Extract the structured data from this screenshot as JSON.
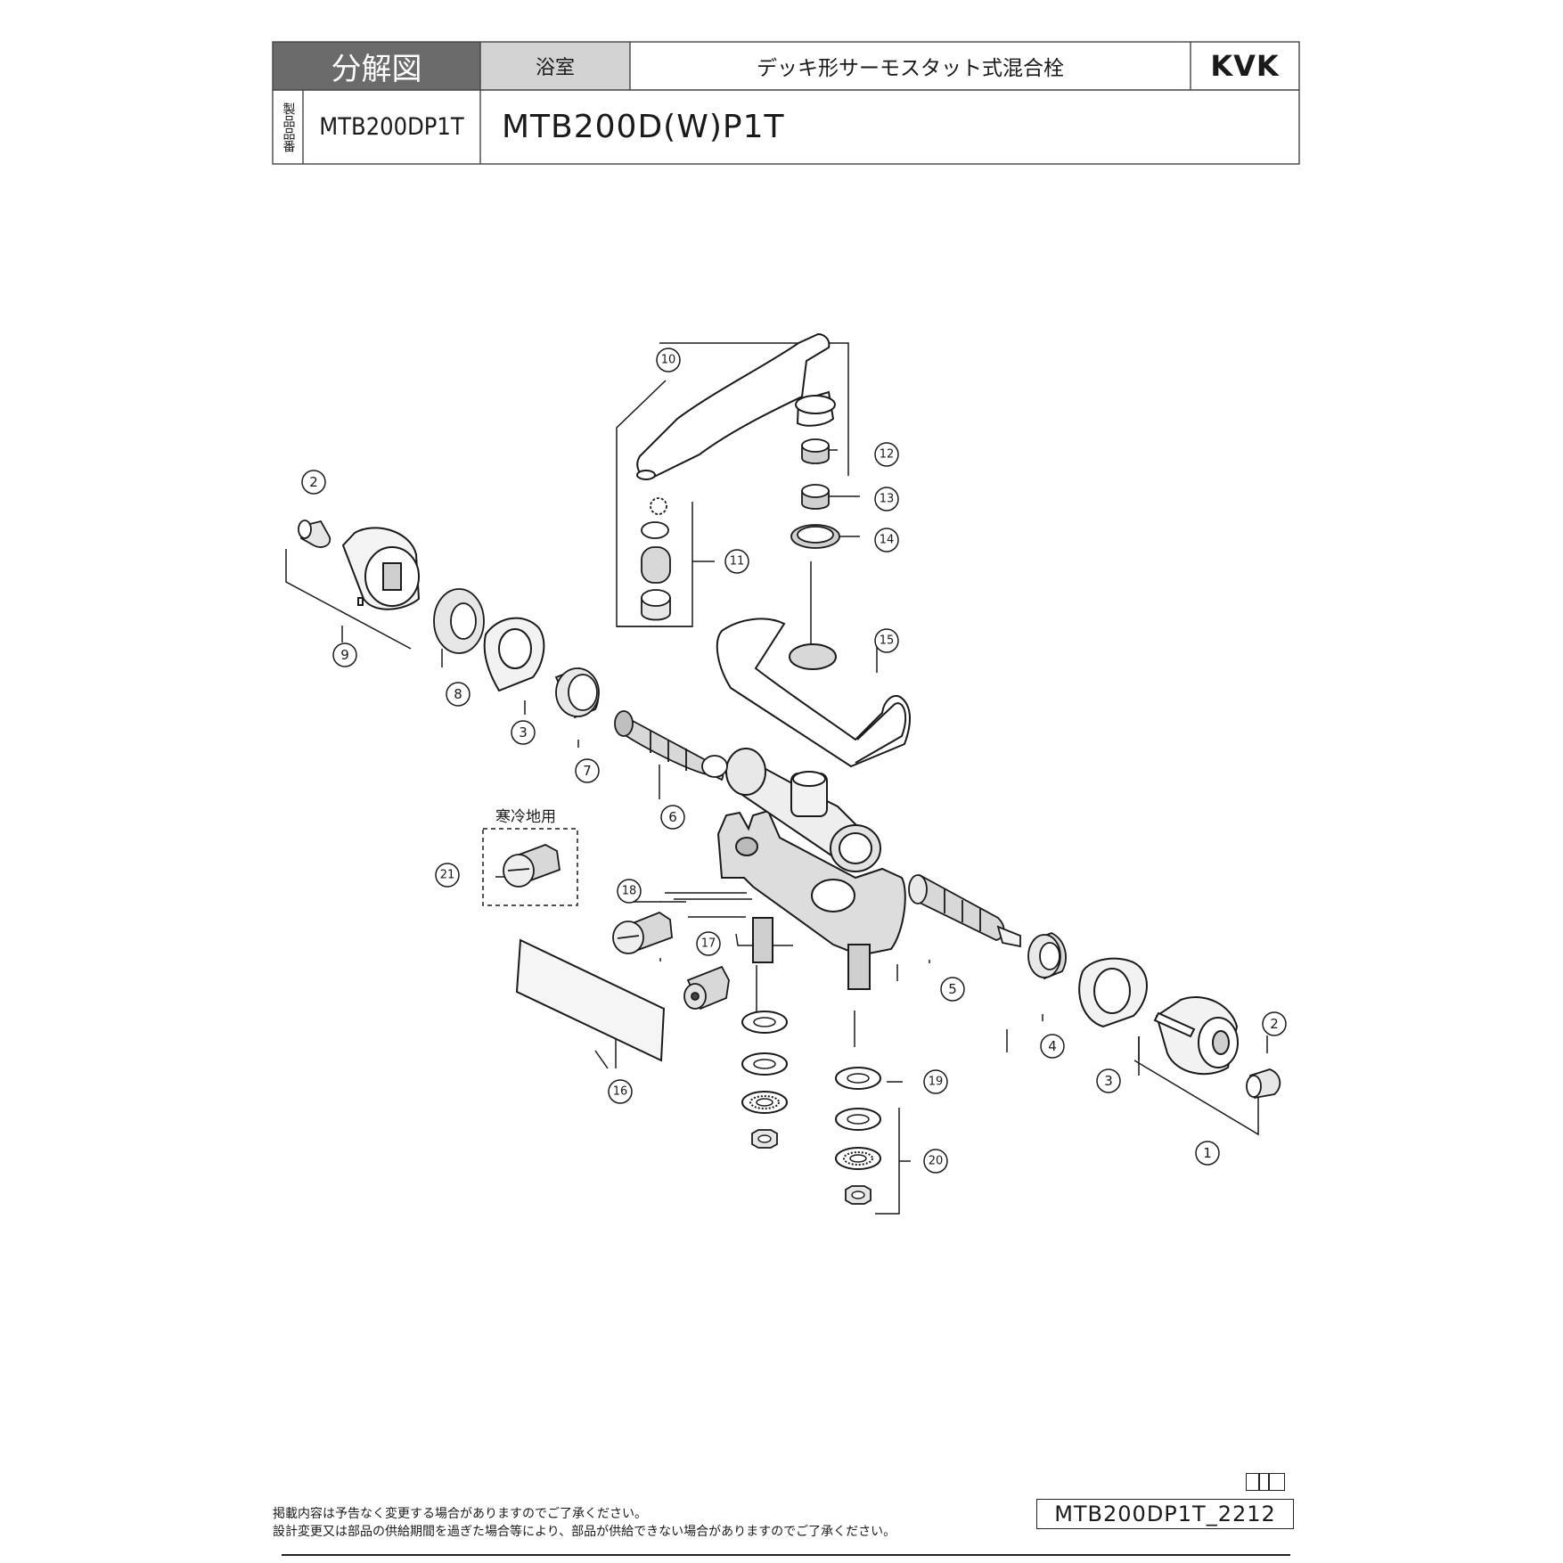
{
  "header": {
    "title": "分解図",
    "category": "浴室",
    "product_name": "デッキ形サーモスタット式混合栓",
    "brand": "KVK",
    "product_number_label": "製品品番",
    "product_number": "MTB200DP1T",
    "model": "MTB200D(W)P1T"
  },
  "diagram": {
    "callouts": [
      "1",
      "2",
      "2",
      "3",
      "3",
      "4",
      "5",
      "6",
      "7",
      "8",
      "9",
      "10",
      "11",
      "12",
      "13",
      "14",
      "15",
      "16",
      "17",
      "18",
      "19",
      "20",
      "21"
    ],
    "cold_region_label": "寒冷地用"
  },
  "footer": {
    "note_line1": "掲載内容は予告なく変更する場合がありますのでご了承ください。",
    "note_line2": "設計変更又は部品の供給期間を過ぎた場合等により、部品が供給できない場合がありますのでご了承ください。",
    "doc_code": "MTB200DP1T_2212"
  },
  "colors": {
    "line": "#1a1a1a",
    "title_bg": "#6b6b6b",
    "category_bg": "#d3d3d3",
    "part_fill": "#e6e6e6"
  }
}
